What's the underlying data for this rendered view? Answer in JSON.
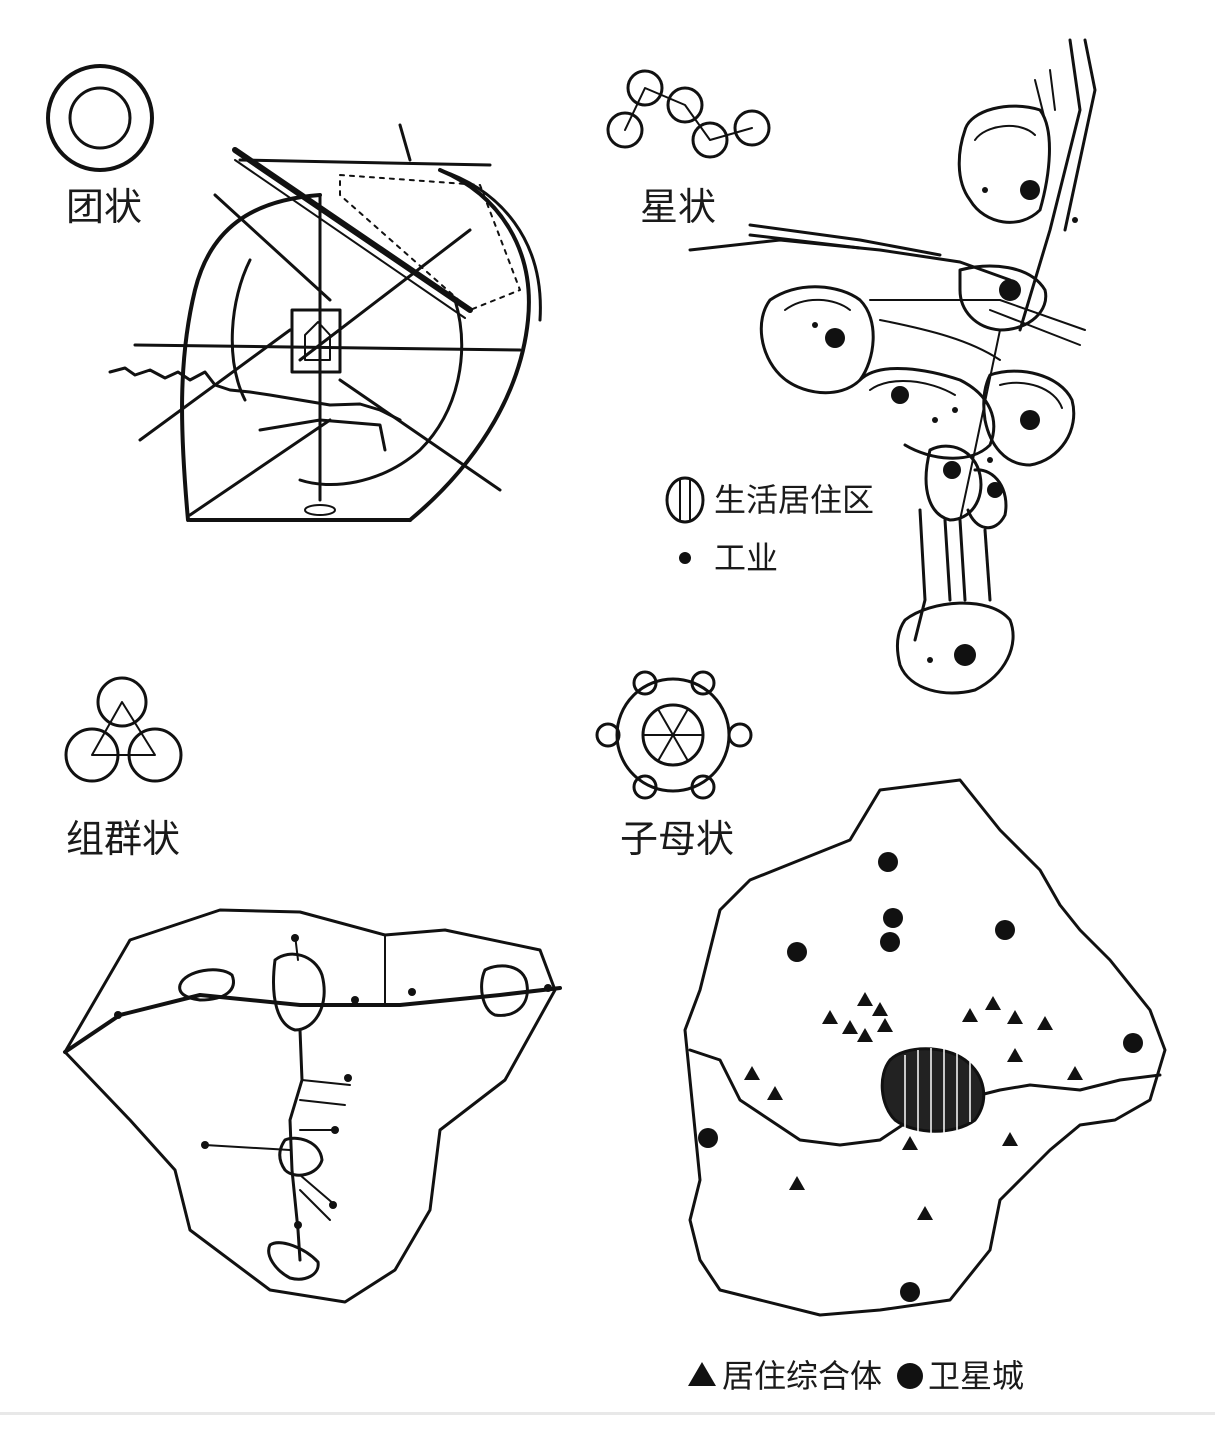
{
  "panels": {
    "clustered": {
      "label": "团状"
    },
    "star": {
      "label": "星状",
      "legend": {
        "residential": "生活居住区",
        "industry": "工业"
      }
    },
    "group": {
      "label": "组群状"
    },
    "satellite": {
      "label": "子母状",
      "legend": {
        "residential_complex": "居住综合体",
        "satellite_city": "卫星城"
      }
    }
  },
  "colors": {
    "ink": "#111111",
    "background": "#ffffff"
  },
  "icons": {
    "clustered": "concentric-circles-icon",
    "star": "chain-of-circles-icon",
    "group": "three-circles-icon",
    "satellite": "hexagon-ring-icon",
    "triangle_marker": "filled-triangle-icon",
    "dot_marker": "filled-dot-icon"
  }
}
